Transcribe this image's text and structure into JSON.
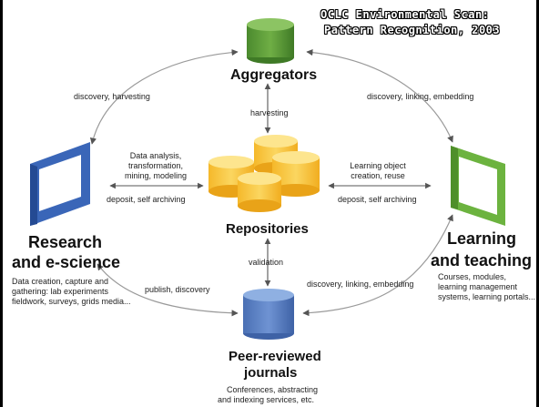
{
  "header": {
    "title_line1": "OCLC Environmental Scan:",
    "title_line2": "Pattern Recognition, 2003"
  },
  "nodes": {
    "aggregators": {
      "label": "Aggregators",
      "color": "#5a9a3c"
    },
    "repositories": {
      "label": "Repositories",
      "color": "#f2c13a"
    },
    "journals": {
      "label_line1": "Peer-reviewed",
      "label_line2": "journals",
      "desc_line1": "Conferences, abstracting",
      "desc_line2": "and indexing services, etc.",
      "color": "#5b82c6"
    },
    "research": {
      "label_line1": "Research",
      "label_line2": "and e-science",
      "desc_line1": "Data creation, capture and",
      "desc_line2": "gathering: lab experiments",
      "desc_line3": "fieldwork, surveys, grids media...",
      "color": "#2b56a8"
    },
    "learning": {
      "label_line1": "Learning",
      "label_line2": "and teaching",
      "desc_line1": "Courses, modules,",
      "desc_line2": "learning management",
      "desc_line3": "systems, learning portals...",
      "color": "#6cb33f"
    }
  },
  "edges": {
    "research_aggregators": "discovery, harvesting",
    "aggregators_learning": "discovery, linking, embedding",
    "aggregators_repositories": "harvesting",
    "research_repo_top_line1": "Data analysis,",
    "research_repo_top_line2": "transformation,",
    "research_repo_top_line3": "mining, modeling",
    "research_repo_bottom": "deposit, self archiving",
    "learning_repo_top_line1": "Learning object",
    "learning_repo_top_line2": "creation, reuse",
    "learning_repo_bottom": "deposit, self archiving",
    "repo_journals": "validation",
    "research_journals": "publish, discovery",
    "journals_learning": "discovery, linking, embedding"
  }
}
